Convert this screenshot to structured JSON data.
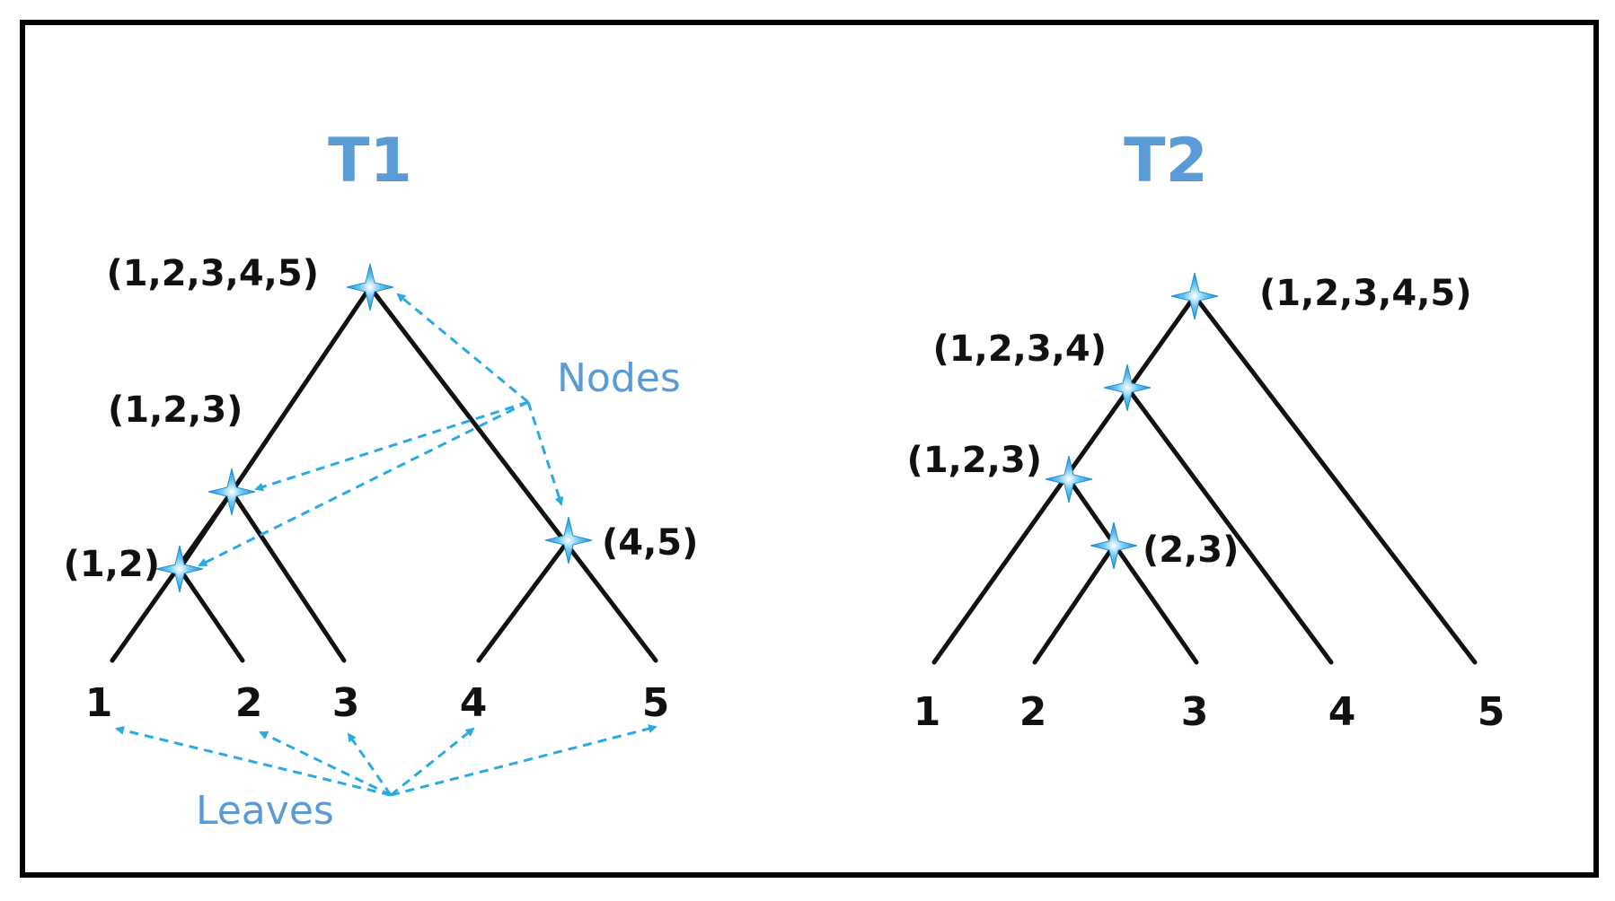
{
  "colors": {
    "title": "#5b9bd5",
    "branch": "#111111",
    "node_star": "#2aa3e3",
    "arrow": "#29aae2",
    "annotation": "#5b9bd5",
    "frame": "#000000"
  },
  "icons": {
    "node": "four-point-star-icon",
    "pointer": "dashed-arrow-icon"
  },
  "trees": [
    {
      "id": "t1",
      "title": "T1",
      "node_labels": {
        "root": "(1,2,3,4,5)",
        "n123": "(1,2,3)",
        "n12": "(1,2)",
        "n45": "(4,5)"
      },
      "leaves": [
        "1",
        "2",
        "3",
        "4",
        "5"
      ]
    },
    {
      "id": "t2",
      "title": "T2",
      "node_labels": {
        "root": "(1,2,3,4,5)",
        "n1234": "(1,2,3,4)",
        "n123": "(1,2,3)",
        "n23": "(2,3)"
      },
      "leaves": [
        "1",
        "2",
        "3",
        "4",
        "5"
      ]
    }
  ],
  "annotations": {
    "nodes": "Nodes",
    "leaves": "Leaves"
  }
}
